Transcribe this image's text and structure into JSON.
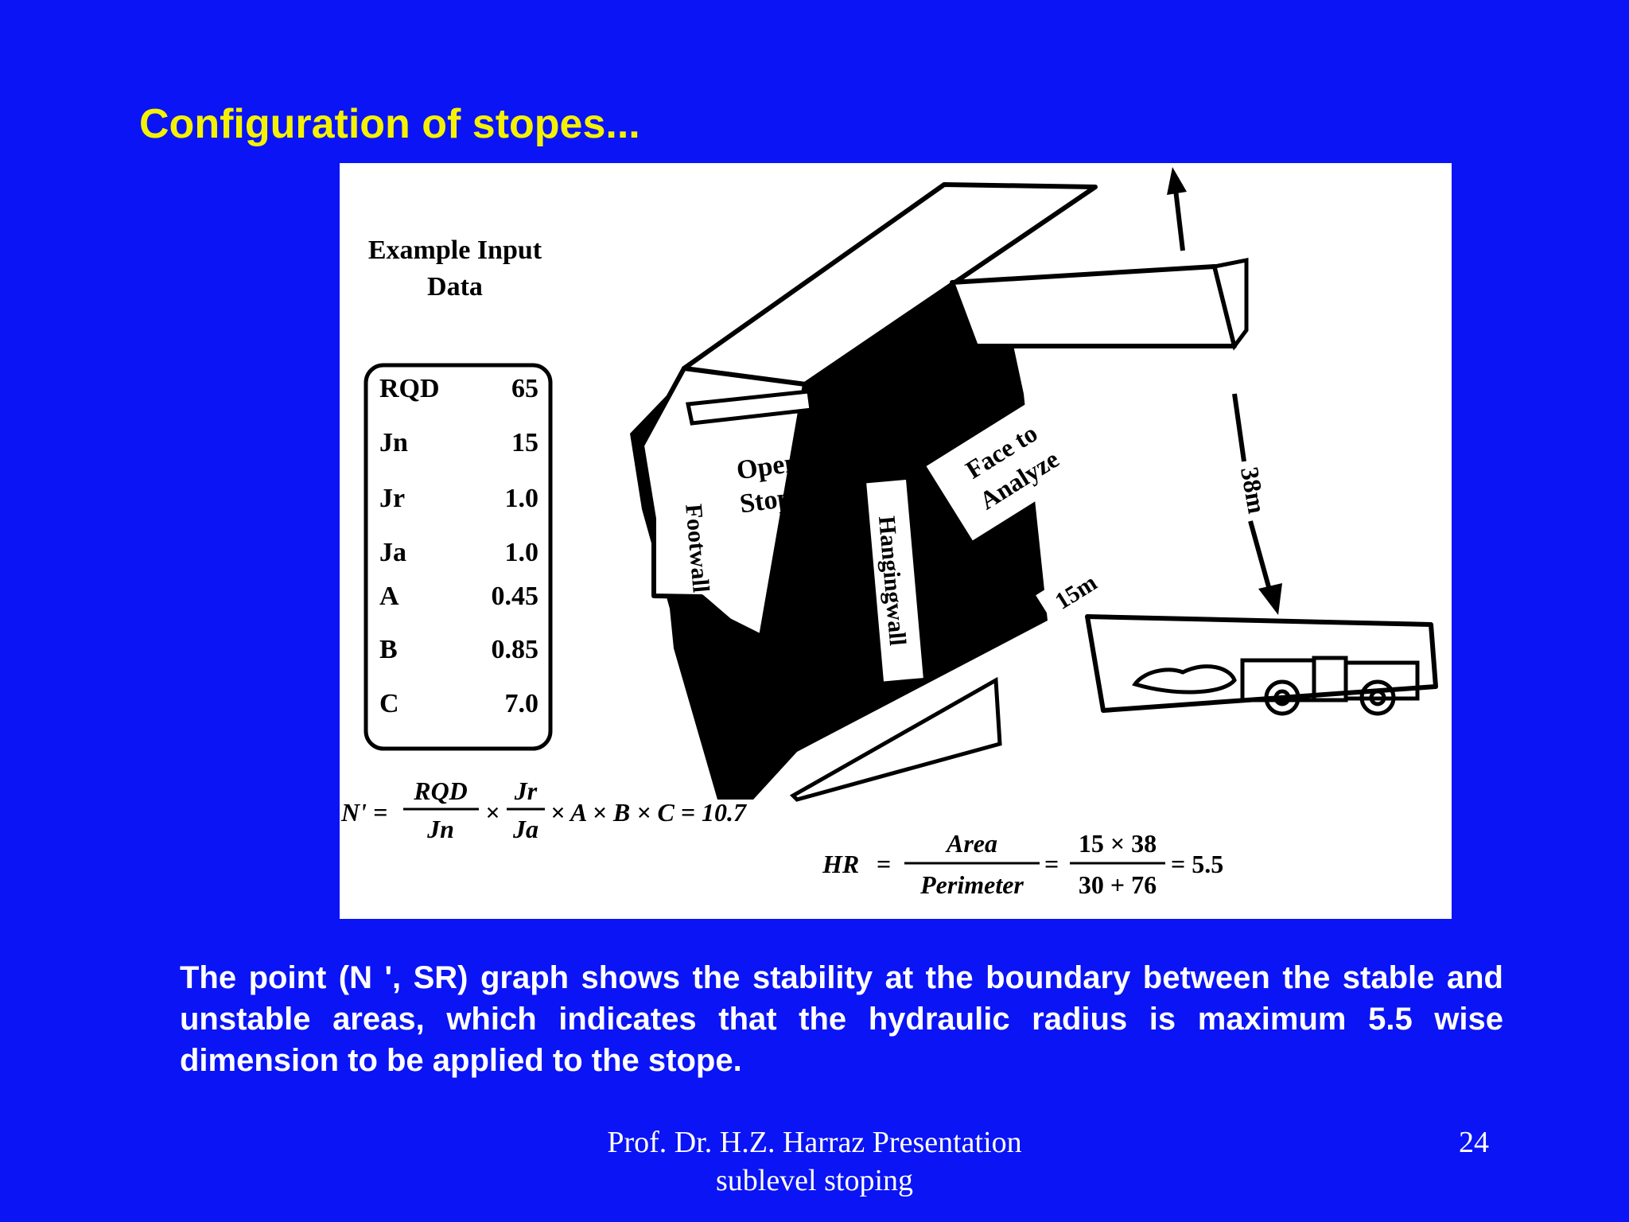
{
  "slide": {
    "title": "Configuration of stopes...",
    "caption": " The point (N ', SR) graph shows the stability at the boundary between the stable and unstable areas, which indicates that the hydraulic radius is maximum 5.5 wise dimension to be applied to the stope.",
    "footer_line1": "Prof. Dr. H.Z. Harraz Presentation",
    "footer_line2": "sublevel stoping",
    "page_number": "24"
  },
  "figure": {
    "input_title_line1": "Example Input",
    "input_title_line2": "Data",
    "inputs": [
      {
        "name": "RQD",
        "value": "65"
      },
      {
        "name": "Jn",
        "value": "15"
      },
      {
        "name": "Jr",
        "value": "1.0"
      },
      {
        "name": "Ja",
        "value": "1.0"
      },
      {
        "name": "A",
        "value": "0.45"
      },
      {
        "name": "B",
        "value": "0.85"
      },
      {
        "name": "C",
        "value": "7.0"
      }
    ],
    "labels": {
      "open_stope_1": "Open",
      "open_stope_2": "Stope",
      "hangingwall": "Hangingwall",
      "footwall": "Footwall",
      "face_1": "Face to",
      "face_2": "Analyze",
      "width": "15m",
      "height": "38m"
    },
    "formula_n": {
      "lhs": "N'",
      "num1": "RQD",
      "den1": "Jn",
      "num2": "Jr",
      "den2": "Ja",
      "rest": "× A × B × C = 10.7"
    },
    "formula_hr": {
      "lhs": "HR",
      "num1": "Area",
      "den1": "Perimeter",
      "num2": "15 × 38",
      "den2": "30 + 76",
      "result": "= 5.5"
    }
  }
}
